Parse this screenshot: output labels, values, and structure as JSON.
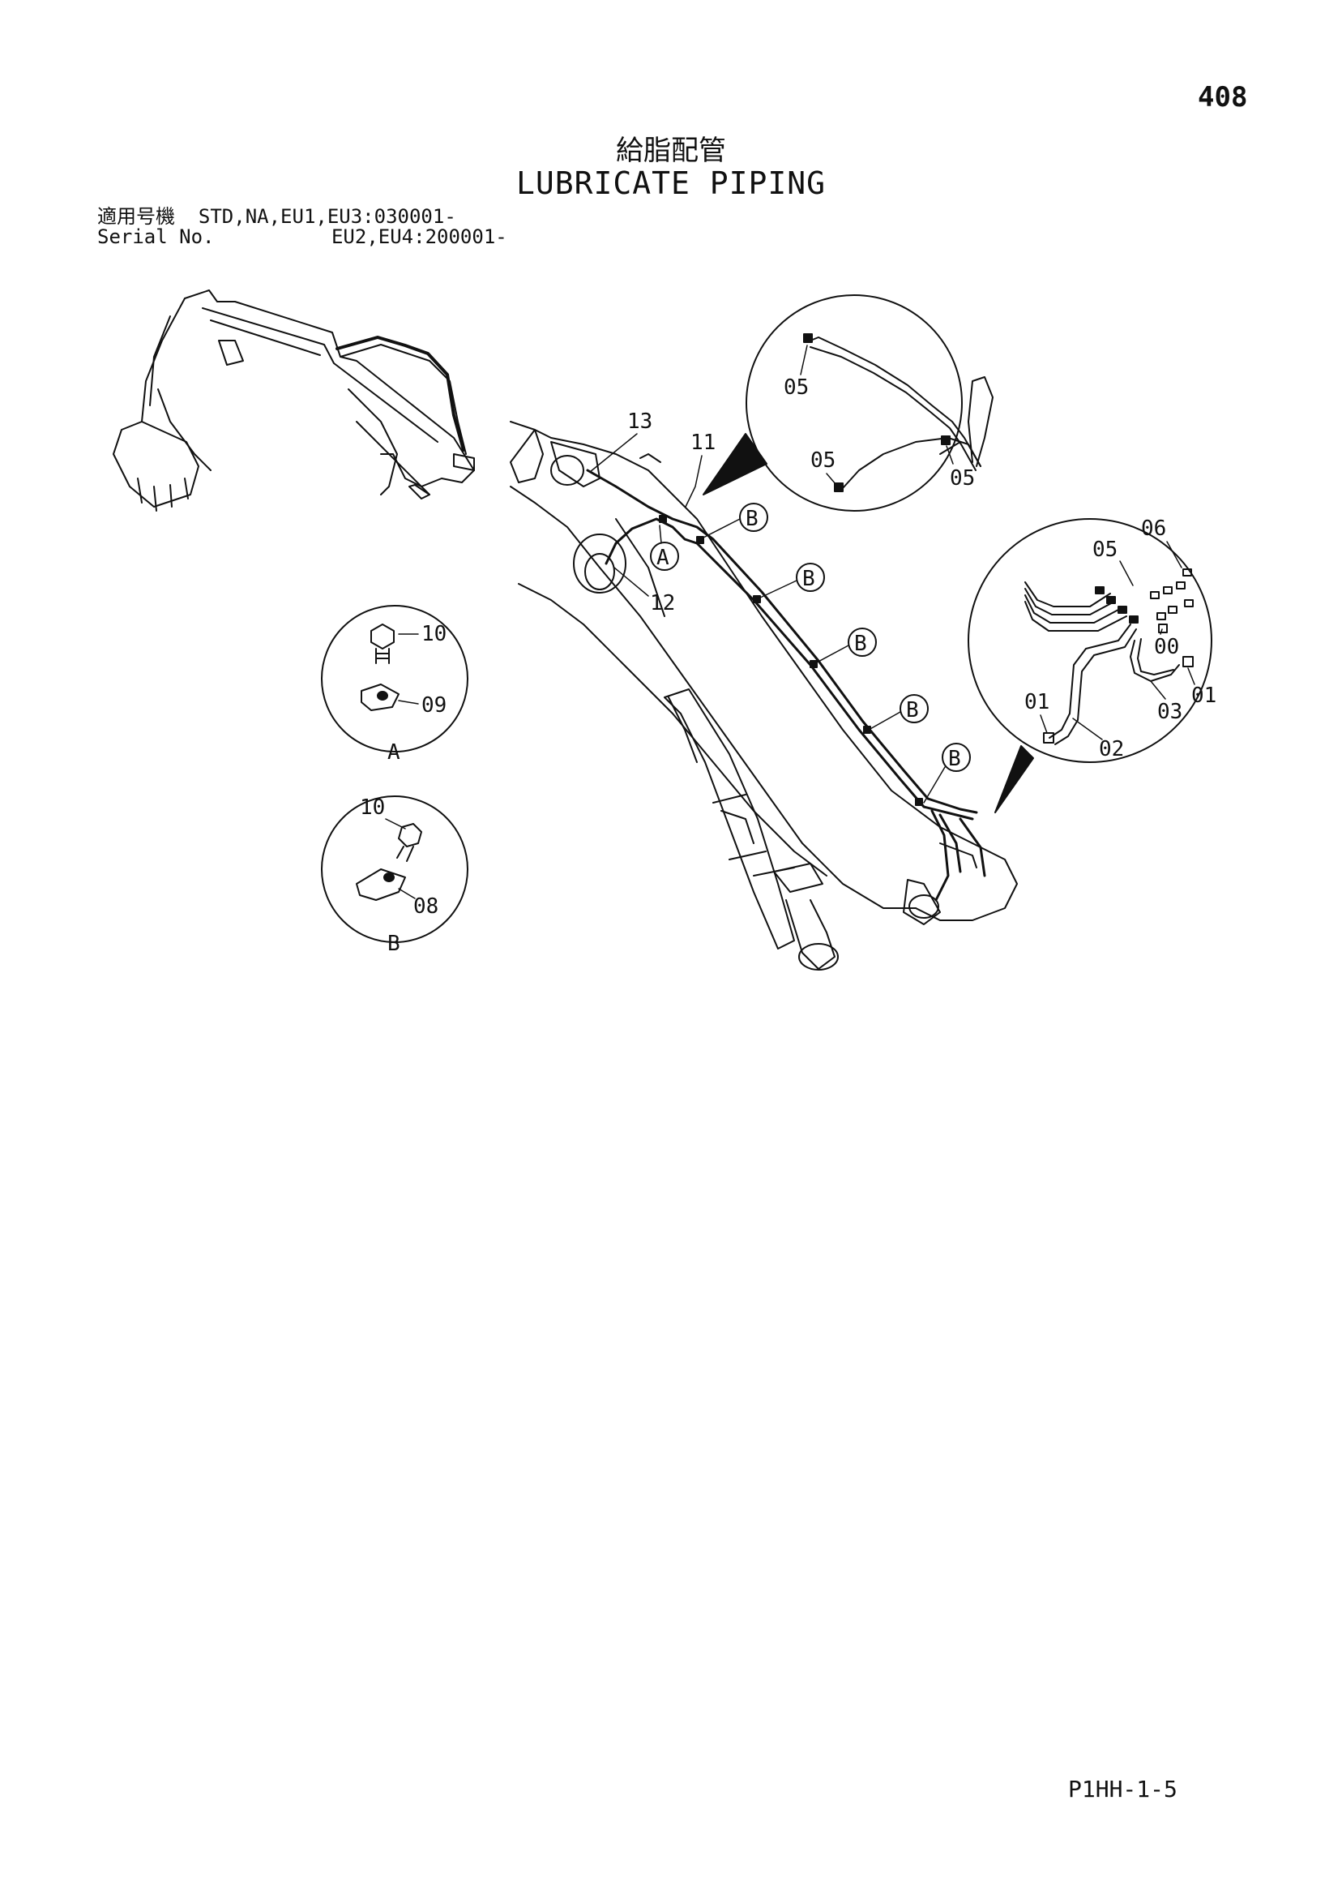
{
  "page": {
    "number": "408",
    "title_jp": "給脂配管",
    "title_en": "LUBRICATE PIPING",
    "serial_lines": [
      "適用号機  STD,NA,EU1,EU3:030001-",
      "Serial No.          EU2,EU4:200001-"
    ],
    "footer_code": "P1HH-1-5"
  },
  "callouts": {
    "c13": "13",
    "c11": "11",
    "c12": "12",
    "bubble_a": "A",
    "bubble_b1": "B",
    "bubble_b2": "B",
    "bubble_b3": "B",
    "bubble_b4": "B",
    "bubble_b5": "B"
  },
  "detail_top": {
    "c05a": "05",
    "c05b": "05",
    "c05c": "05"
  },
  "detail_right": {
    "c06": "06",
    "c05": "05",
    "c00": "00",
    "c01a": "01",
    "c01b": "01",
    "c03": "03",
    "c02": "02"
  },
  "detail_a": {
    "c10": "10",
    "c09": "09",
    "label": "A"
  },
  "detail_b": {
    "c10": "10",
    "c08": "08",
    "label": "B"
  }
}
